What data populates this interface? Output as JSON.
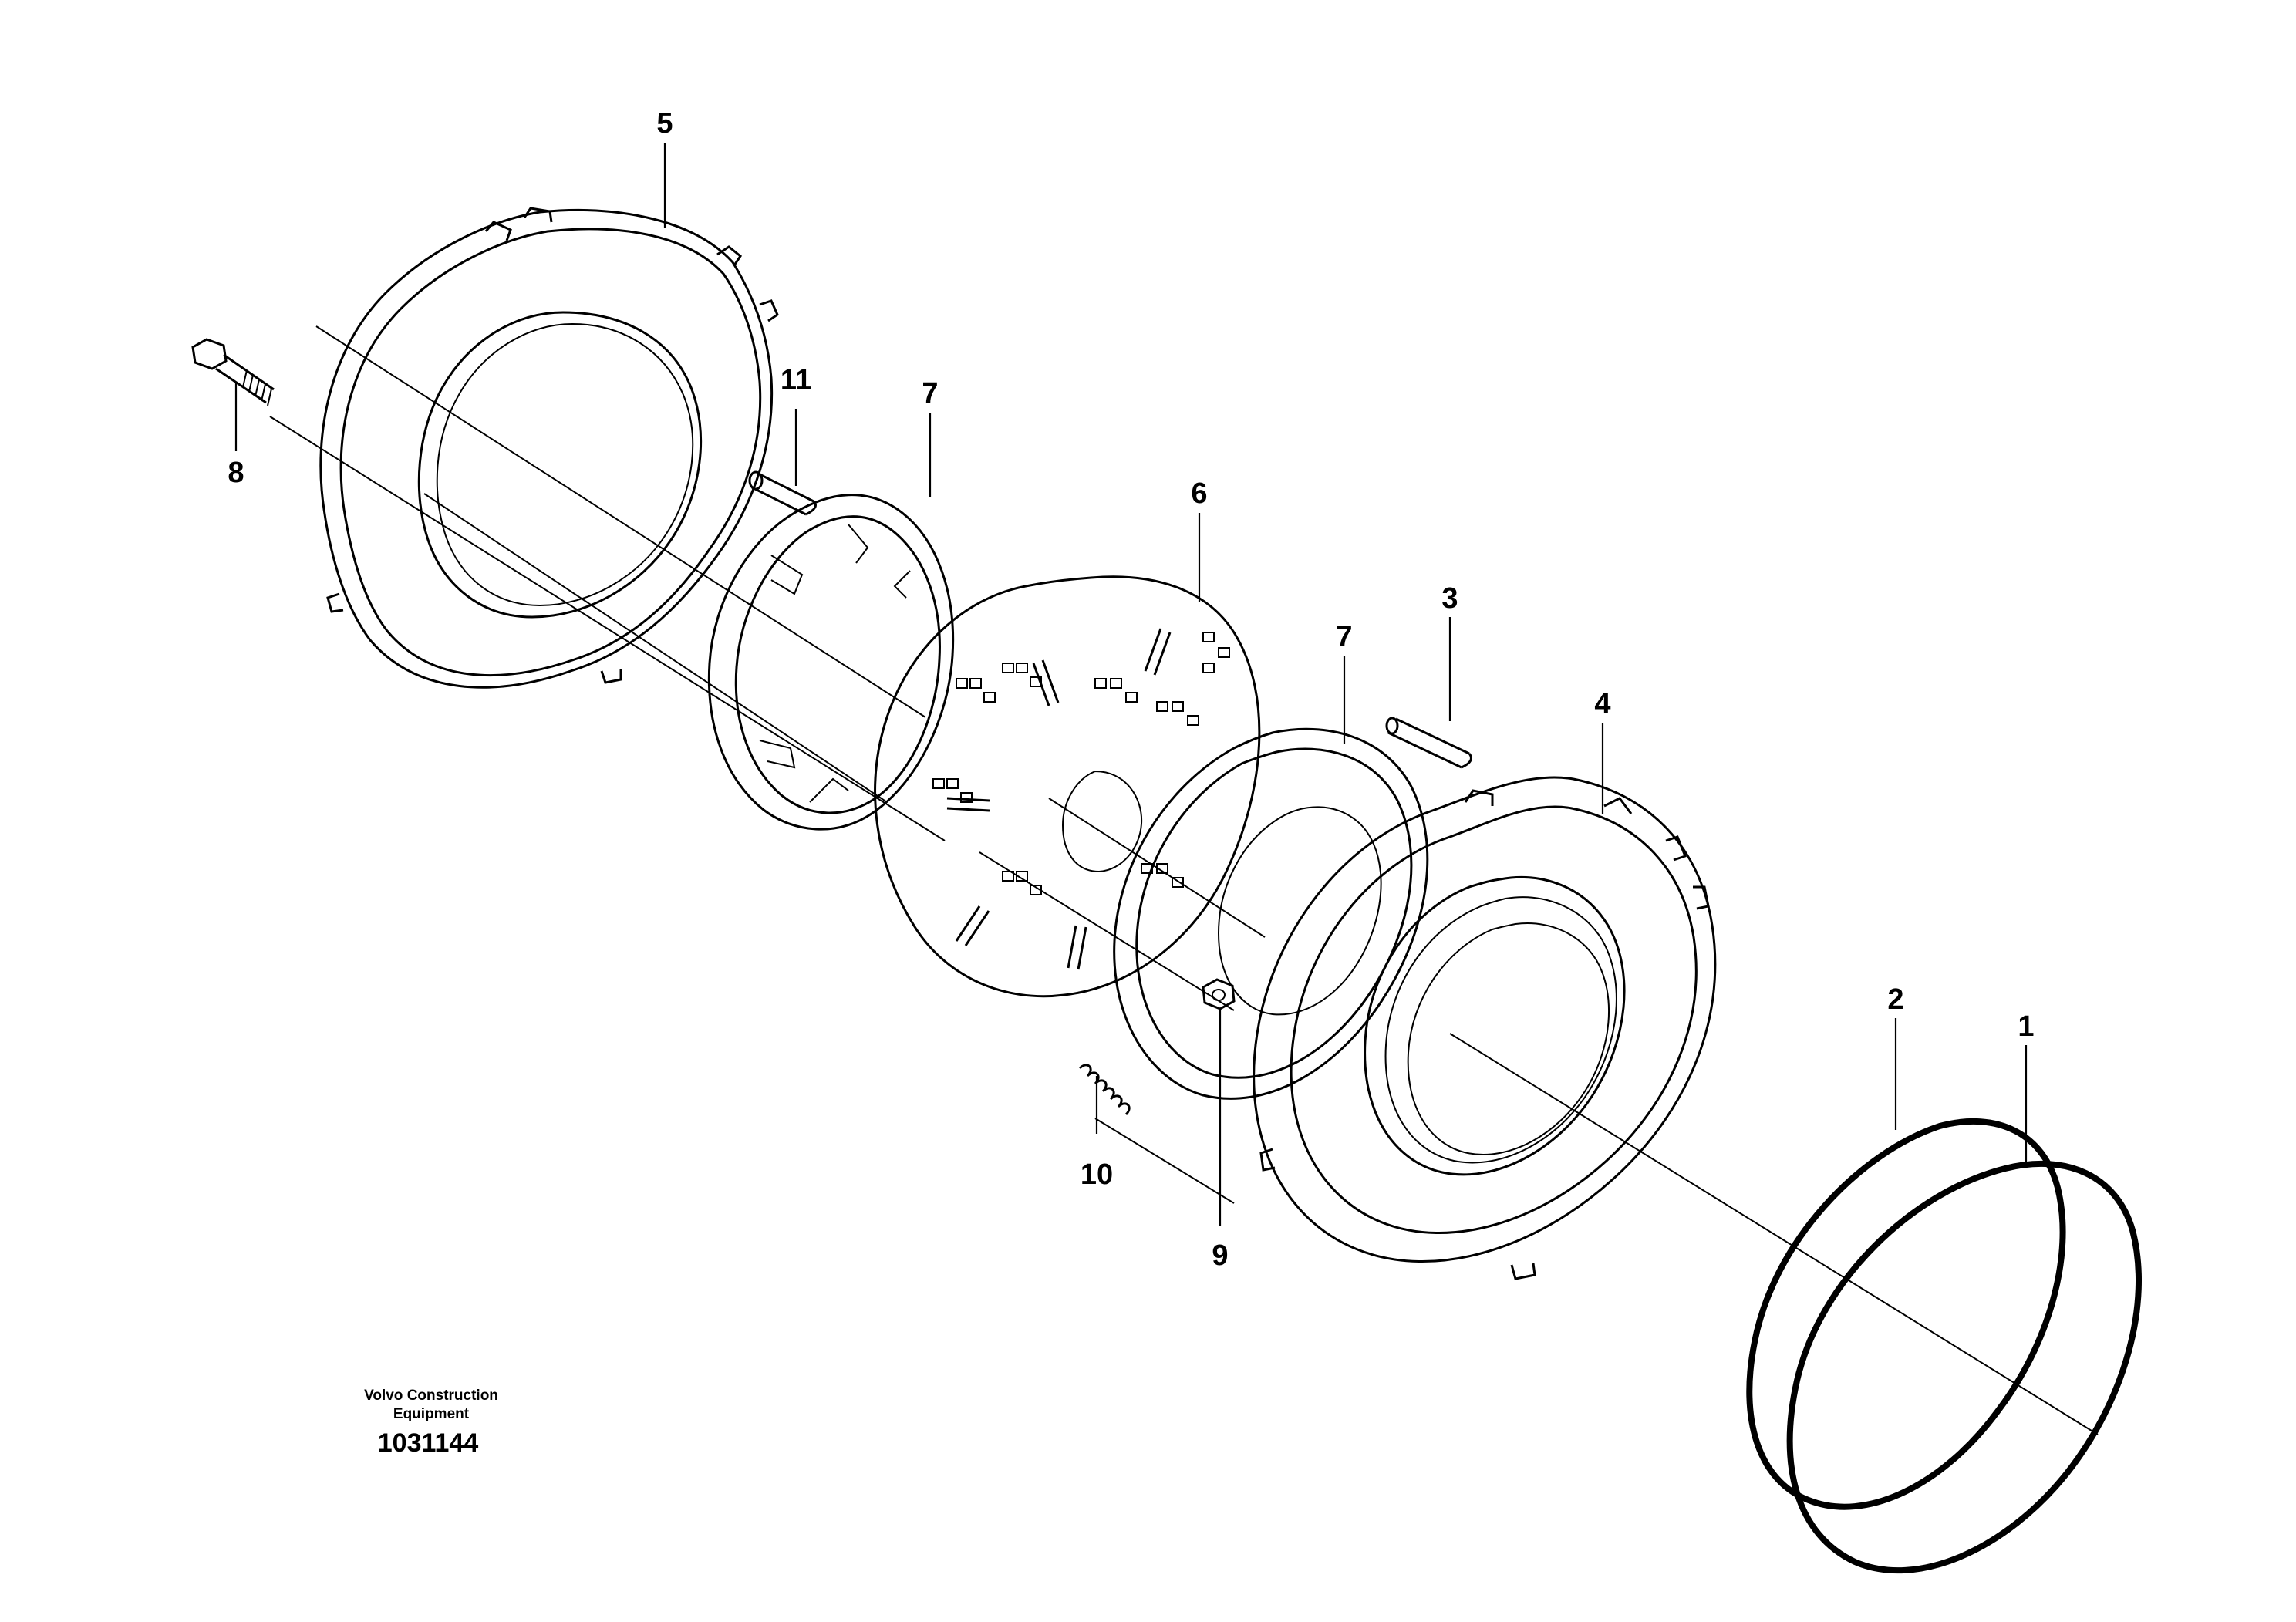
{
  "callouts": {
    "c1": "1",
    "c2": "2",
    "c3": "3",
    "c4": "4",
    "c5": "5",
    "c6": "6",
    "c7a": "7",
    "c7b": "7",
    "c8": "8",
    "c9": "9",
    "c10": "10",
    "c11": "11"
  },
  "footer": {
    "brand_line1": "Volvo Construction",
    "brand_line2": "Equipment",
    "drawing_number": "1031144"
  }
}
